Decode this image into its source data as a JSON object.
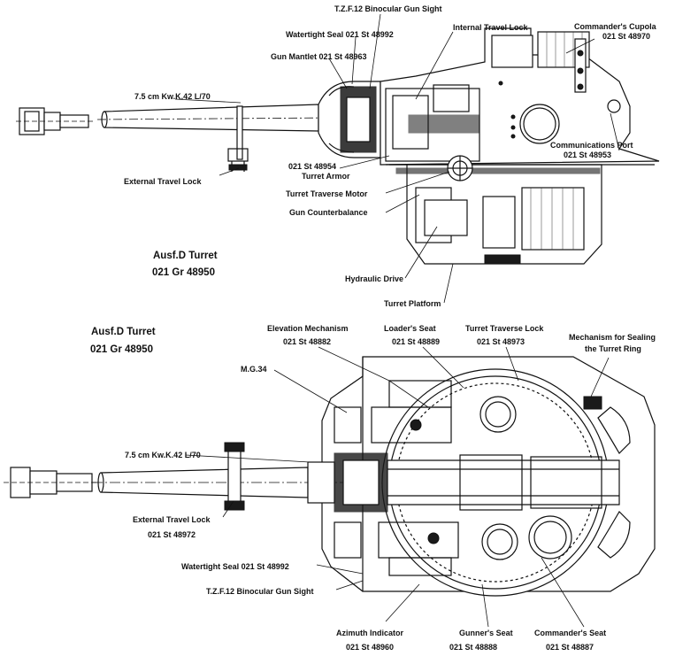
{
  "side_view": {
    "title_line1": "Ausf.D Turret",
    "title_line2": "021 Gr 48950",
    "labels": {
      "tzf_sight": "T.Z.F.12 Binocular Gun Sight",
      "watertight_seal": "Watertight Seal  021 St 48992",
      "gun_mantlet": "Gun Mantlet  021 St 48963",
      "internal_travel_lock": "Internal Travel Lock",
      "commanders_cupola": "Commander's Cupola",
      "commanders_cupola_part": "021 St 48970",
      "gun_name": "7.5 cm Kw.K.42 L/70",
      "external_travel_lock": "External Travel Lock",
      "turret_armor_part": "021 St 48954",
      "turret_armor": "Turret Armor",
      "communications_port": "Communications Port",
      "communications_port_part": "021 St 48953",
      "turret_traverse_motor": "Turret Traverse Motor",
      "gun_counterbalance": "Gun Counterbalance",
      "hydraulic_drive": "Hydraulic Drive",
      "turret_platform": "Turret Platform"
    }
  },
  "top_view": {
    "title_line1": "Ausf.D Turret",
    "title_line2": "021 Gr 48950",
    "labels": {
      "elevation_mechanism": "Elevation Mechanism",
      "elevation_mechanism_part": "021 St 48882",
      "loaders_seat": "Loader's Seat",
      "loaders_seat_part": "021 St 48889",
      "turret_traverse_lock": "Turret Traverse Lock",
      "turret_traverse_lock_part": "021 St 48973",
      "sealing_mechanism_line1": "Mechanism for Sealing",
      "sealing_mechanism_line2": "the Turret Ring",
      "mg34": "M.G.34",
      "gun_name": "7.5 cm Kw.K.42 L/70",
      "external_travel_lock": "External Travel Lock",
      "external_travel_lock_part": "021 St 48972",
      "watertight_seal": "Watertight Seal  021 St 48992",
      "tzf_sight": "T.Z.F.12 Binocular Gun Sight",
      "azimuth_indicator": "Azimuth Indicator",
      "azimuth_indicator_part": "021 St 48960",
      "gunners_seat": "Gunner's Seat",
      "gunners_seat_part": "021 St 48888",
      "commanders_seat": "Commander's Seat",
      "commanders_seat_part": "021 St 48887"
    }
  }
}
